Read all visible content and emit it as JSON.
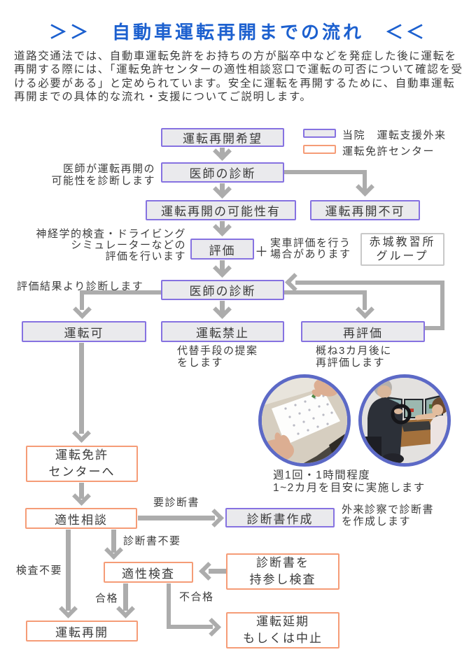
{
  "title": "＞＞　自動車運転再開までの流れ　＜＜",
  "intro": "道路交通法では、自動車運転免許をお持ちの方が脳卒中などを発症した後に運転を再開する際には、「運転免許センターの適性相談窓口で運転の可否について確認を受ける必要がある」と定められています。安全に運転を再開するために、自動車運転再開までの具体的な流れ・支援についてご説明します。",
  "legend": {
    "clinic_label": "当院　運転支援外来",
    "center_label": "運転免許センター"
  },
  "nodes": {
    "wish": "運転再開希望",
    "doctor_diagnosis_1": "医師の診断",
    "resume_possible": "運転再開の可能性有",
    "resume_impossible": "運転再開不可",
    "evaluation": "評価",
    "akagi_school": "赤城教習所\nグループ",
    "doctor_diagnosis_2": "医師の診断",
    "drive_ok": "運転可",
    "drive_prohibited": "運転禁止",
    "re_evaluation": "再評価",
    "license_center": "運転免許\nセンターへ",
    "aptitude_consultation": "適性相談",
    "certificate_creation": "診断書作成",
    "aptitude_test": "適性検査",
    "bring_certificate": "診断書を\n持参し検査",
    "resume_driving": "運転再開",
    "postpone_or_cancel": "運転延期\nもしくは中止"
  },
  "notes": {
    "doctor_note": "医師が運転再開の\n可能性を診断します",
    "evaluation_note": "神経学的検査・ドライビング\nシミュレーターなどの\n評価を行います",
    "plus_sign": "＋",
    "real_car_note": "実車評価を行う\n場合があります",
    "result_note": "評価結果より診断します",
    "alternative_note": "代替手段の提案\nをします",
    "re_evaluation_note": "概ね3カ月後に\n再評価します",
    "photo_caption": "週1回・1時間程度\n1~2カ月を目安に実施します",
    "need_certificate": "要診断書",
    "no_certificate": "診断書不要",
    "no_test": "検査不要",
    "pass": "合格",
    "fail": "不合格",
    "outpatient_note": "外来診察で診断書\nを作成します"
  },
  "colors": {
    "title_blue": "#1c60cf",
    "clinic_purple": "#8672e1",
    "center_orange": "#f59c77",
    "box_fill_gray": "#eaeaed",
    "arrow_gray": "#acacac",
    "photo_ring_blue": "#5c69c6",
    "akagi_border_gray": "#c9c9c9"
  },
  "photos": {
    "left_photo_name": "cancellation-test-photo",
    "right_photo_name": "driving-simulator-photo"
  }
}
